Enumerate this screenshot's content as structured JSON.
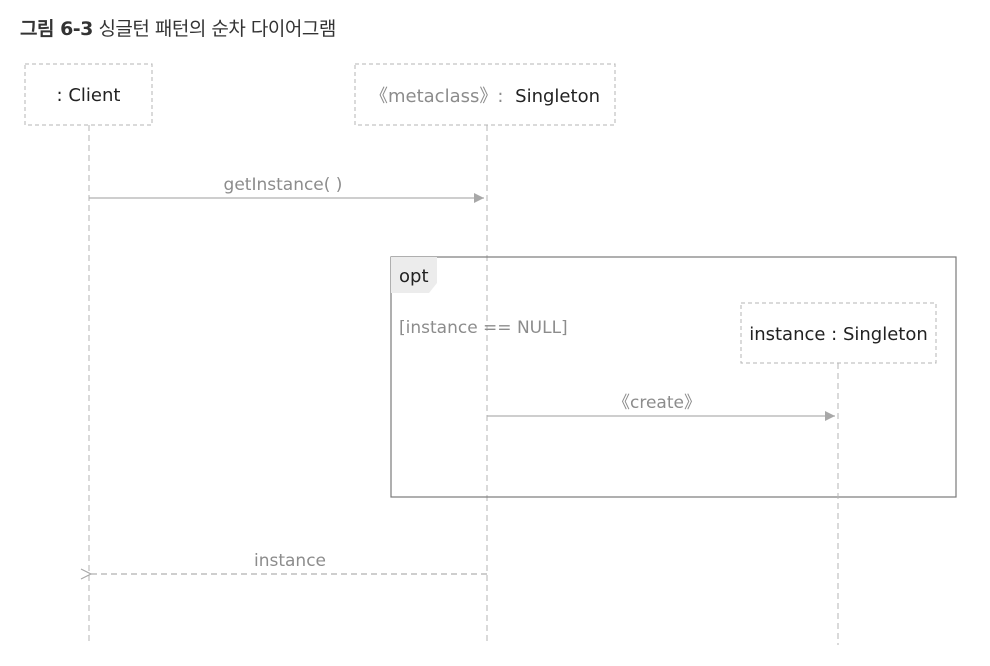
{
  "caption": {
    "number": "그림 6-3",
    "title": "싱글턴 패턴의 순차 다이어그램"
  },
  "participants": {
    "client": {
      "name": ": Client"
    },
    "singleton": {
      "stereotype": "《metaclass》:",
      "name": "Singleton"
    },
    "instance": {
      "name": "instance : Singleton"
    }
  },
  "messages": {
    "get_instance": "getInstance( )",
    "create": "《create》",
    "return_instance": "instance"
  },
  "fragment": {
    "operator": "opt",
    "guard": "[instance == NULL]"
  },
  "colors": {
    "line": "#b4b4b4",
    "frame": "#7a7a7a",
    "text_muted": "#8c8c8c",
    "text": "#222222"
  }
}
